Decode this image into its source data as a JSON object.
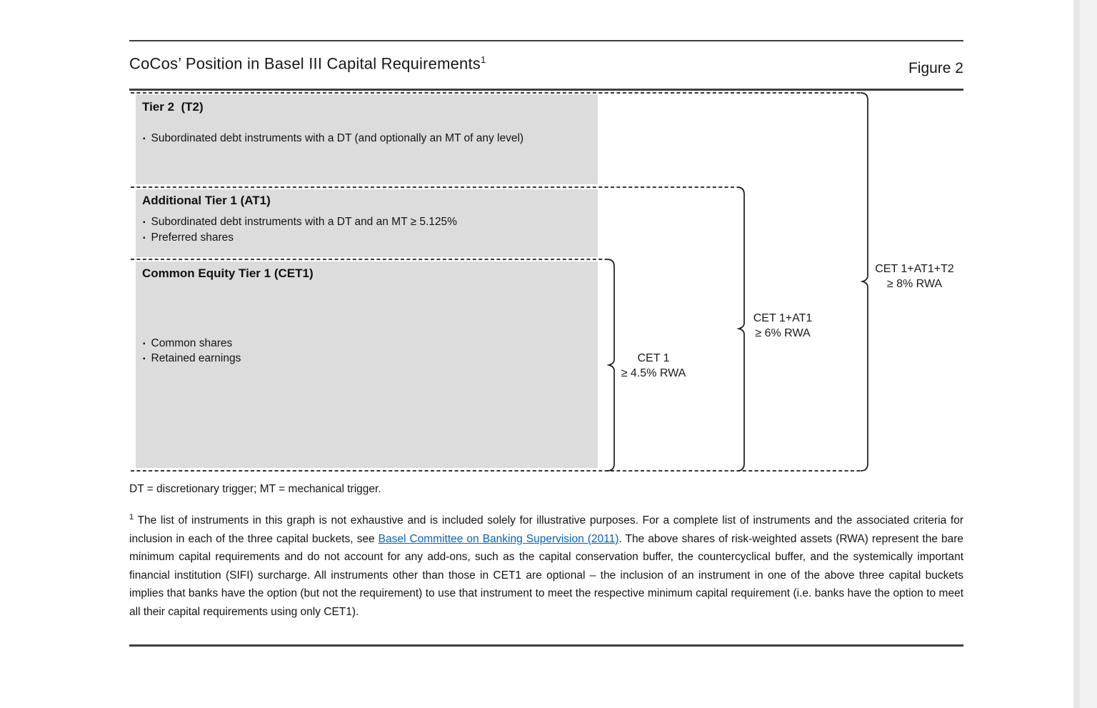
{
  "header": {
    "title": "CoCos’ Position in Basel III Capital Requirements",
    "title_superscript": "1",
    "figure_label": "Figure 2"
  },
  "diagram": {
    "box_fill": "#dcdcdc",
    "bullet_glyph": "▪",
    "tiers": [
      {
        "heading": "Tier 2  (T2)",
        "bullets": [
          "Subordinated debt instruments with a DT (and optionally an MT of any level)"
        ]
      },
      {
        "heading": "Additional Tier 1 (AT1)",
        "bullets": [
          "Subordinated debt instruments with a DT and an MT ≥ 5.125%",
          "Preferred shares"
        ]
      },
      {
        "heading": "Common Equity Tier 1 (CET1)",
        "bullets": [
          "Common shares",
          "Retained earnings"
        ]
      }
    ],
    "brackets": [
      {
        "line1": "CET 1",
        "line2": "≥ 4.5% RWA"
      },
      {
        "line1": "CET 1+AT1",
        "line2": "≥ 6% RWA"
      },
      {
        "line1": "CET 1+AT1+T2",
        "line2": "≥ 8% RWA"
      }
    ]
  },
  "notes": {
    "abbreviations": "DT = discretionary trigger; MT = mechanical trigger.",
    "footnote": {
      "marker": "1",
      "text_before_link": " The list of instruments in this graph is not exhaustive and is included solely for illustrative purposes. For a complete list of instruments and the associated criteria for inclusion in each of the three capital buckets, see ",
      "link_text": "Basel Committee on Banking Supervision (2011)",
      "text_after_link": ". The above shares of risk-weighted assets (RWA) represent the bare minimum capital requirements and do not account for any add-ons, such as the capital conservation buffer, the countercyclical buffer, and the systemically important financial institution (SIFI) surcharge. All instruments other than those in CET1 are optional – the inclusion of an instrument in one of the above three capital buckets implies that banks have the option (but not the requirement) to use that instrument to meet the respective minimum capital requirement (i.e. banks have the option to meet all their capital requirements using only CET1)."
    }
  },
  "colors": {
    "link": "#0563c1",
    "line": "#1a1a1a",
    "rule": "#3f3f3f"
  }
}
